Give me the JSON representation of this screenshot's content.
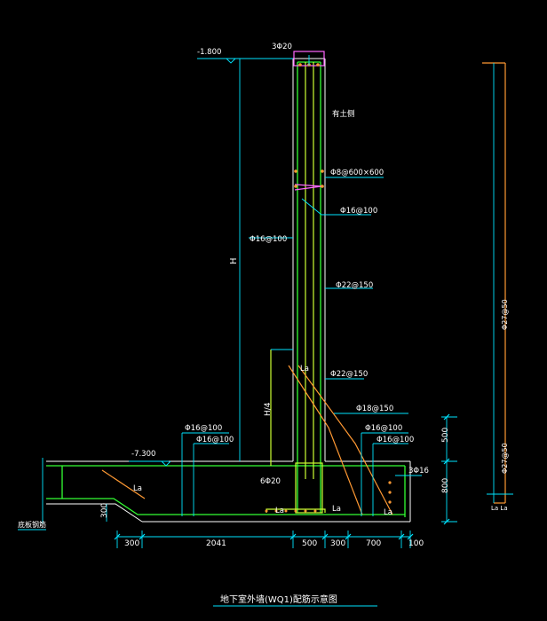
{
  "colors": {
    "background": "#000000",
    "wall_outline": "#ffffff",
    "rebar_main": "#33ff33",
    "rebar_alt": "#ccff33",
    "stirrup": "#ff66ff",
    "dimension": "#00e5ff",
    "leader": "#00e5ff",
    "orange": "#ff9933",
    "annotation_text": "#ffffff"
  },
  "title": "地下室外墙(WQ1)配筋示意图",
  "levels": {
    "top": "-1.800",
    "slab": "-7.300"
  },
  "labels": {
    "top_bars": "3Φ20",
    "soil_side": "有土侧",
    "tie_bars": "Φ8@600×600",
    "hook_bars": "Φ16@100",
    "outer_vertical": "Φ16@100",
    "inner_vertical": "Φ22@150",
    "inner_vertical_lower": "Φ22@150",
    "base_bar": "Φ18@150",
    "left_slab_1": "Φ16@100",
    "left_slab_2": "Φ16@100",
    "right_slab_1": "Φ16@100",
    "right_slab_2": "Φ16@100",
    "right_corner": "3Φ16",
    "bottom_bars": "6Φ20",
    "right_vertical": "Φ27@50",
    "right_vertical_lower": "Φ27@50",
    "height_mark": "H",
    "quarter_height": "H/4",
    "anchor_la": "La",
    "ground_label": "底板钢筋"
  },
  "dimensions": {
    "bottom": [
      "300",
      "2041",
      "500",
      "300",
      "700",
      "100"
    ],
    "right_upper": "500",
    "right_lower": "800",
    "left_step": "300"
  },
  "small_marks": {
    "la_right_marks": "La  La"
  }
}
